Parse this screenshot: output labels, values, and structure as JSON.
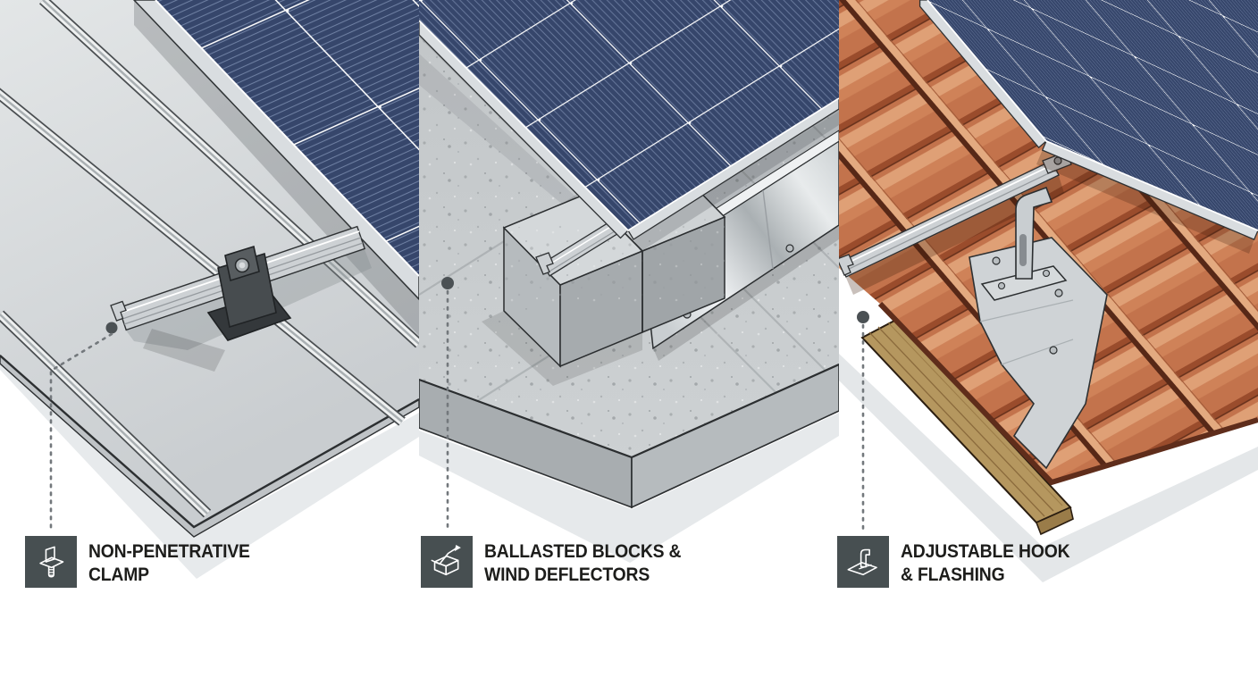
{
  "figure": {
    "type": "technical-illustration",
    "alt": "Three-part cutaway diagram comparing solar panel roof mounting methods",
    "background": "#ffffff"
  },
  "sections": [
    {
      "id": "standing-seam-metal-roof",
      "alt": "Solar panel on standing-seam metal roof held by a rail and a dark clamp gripping the seam",
      "icon": "clamp-icon",
      "label_lines": [
        "NON-PENETRATIVE",
        "CLAMP"
      ]
    },
    {
      "id": "ballasted-flat-concrete-roof",
      "alt": "Solar panel on flat concrete roof weighted by concrete ballast blocks with a metal wind deflector",
      "icon": "ballast-block-icon",
      "label_lines": [
        "BALLASTED BLOCKS &",
        "WIND DEFLECTORS"
      ]
    },
    {
      "id": "clay-tile-roof",
      "alt": "Solar panel on terracotta tile roof fixed with an adjustable roof hook over a metal flashing plate and wood batten",
      "icon": "hook-flashing-icon",
      "label_lines": [
        "ADJUSTABLE HOOK",
        "& FLASHING"
      ]
    }
  ],
  "colors": {
    "panel_glass": "#36466b",
    "panel_cell_stripe": "#8293b6",
    "panel_grid_line": "#ffffff",
    "frame_silver": "#d9dde0",
    "metal_roof_light": "#e2e5e6",
    "metal_roof_dark": "#c9cdd0",
    "concrete": "#c7cbcd",
    "concrete_side": "#a8adb0",
    "deflector_bright": "#f2f4f6",
    "tile_terracotta": "#c97f57",
    "tile_highlight": "#dfa076",
    "tile_groove": "#9a4c2c",
    "wood_batten": "#b5975f",
    "shadow_pale": "#e6e9eb",
    "icon_box": "#474f51",
    "label_text": "#1d1d1b",
    "leader_line": "#73787c",
    "outline_dark": "#2b2e30"
  }
}
